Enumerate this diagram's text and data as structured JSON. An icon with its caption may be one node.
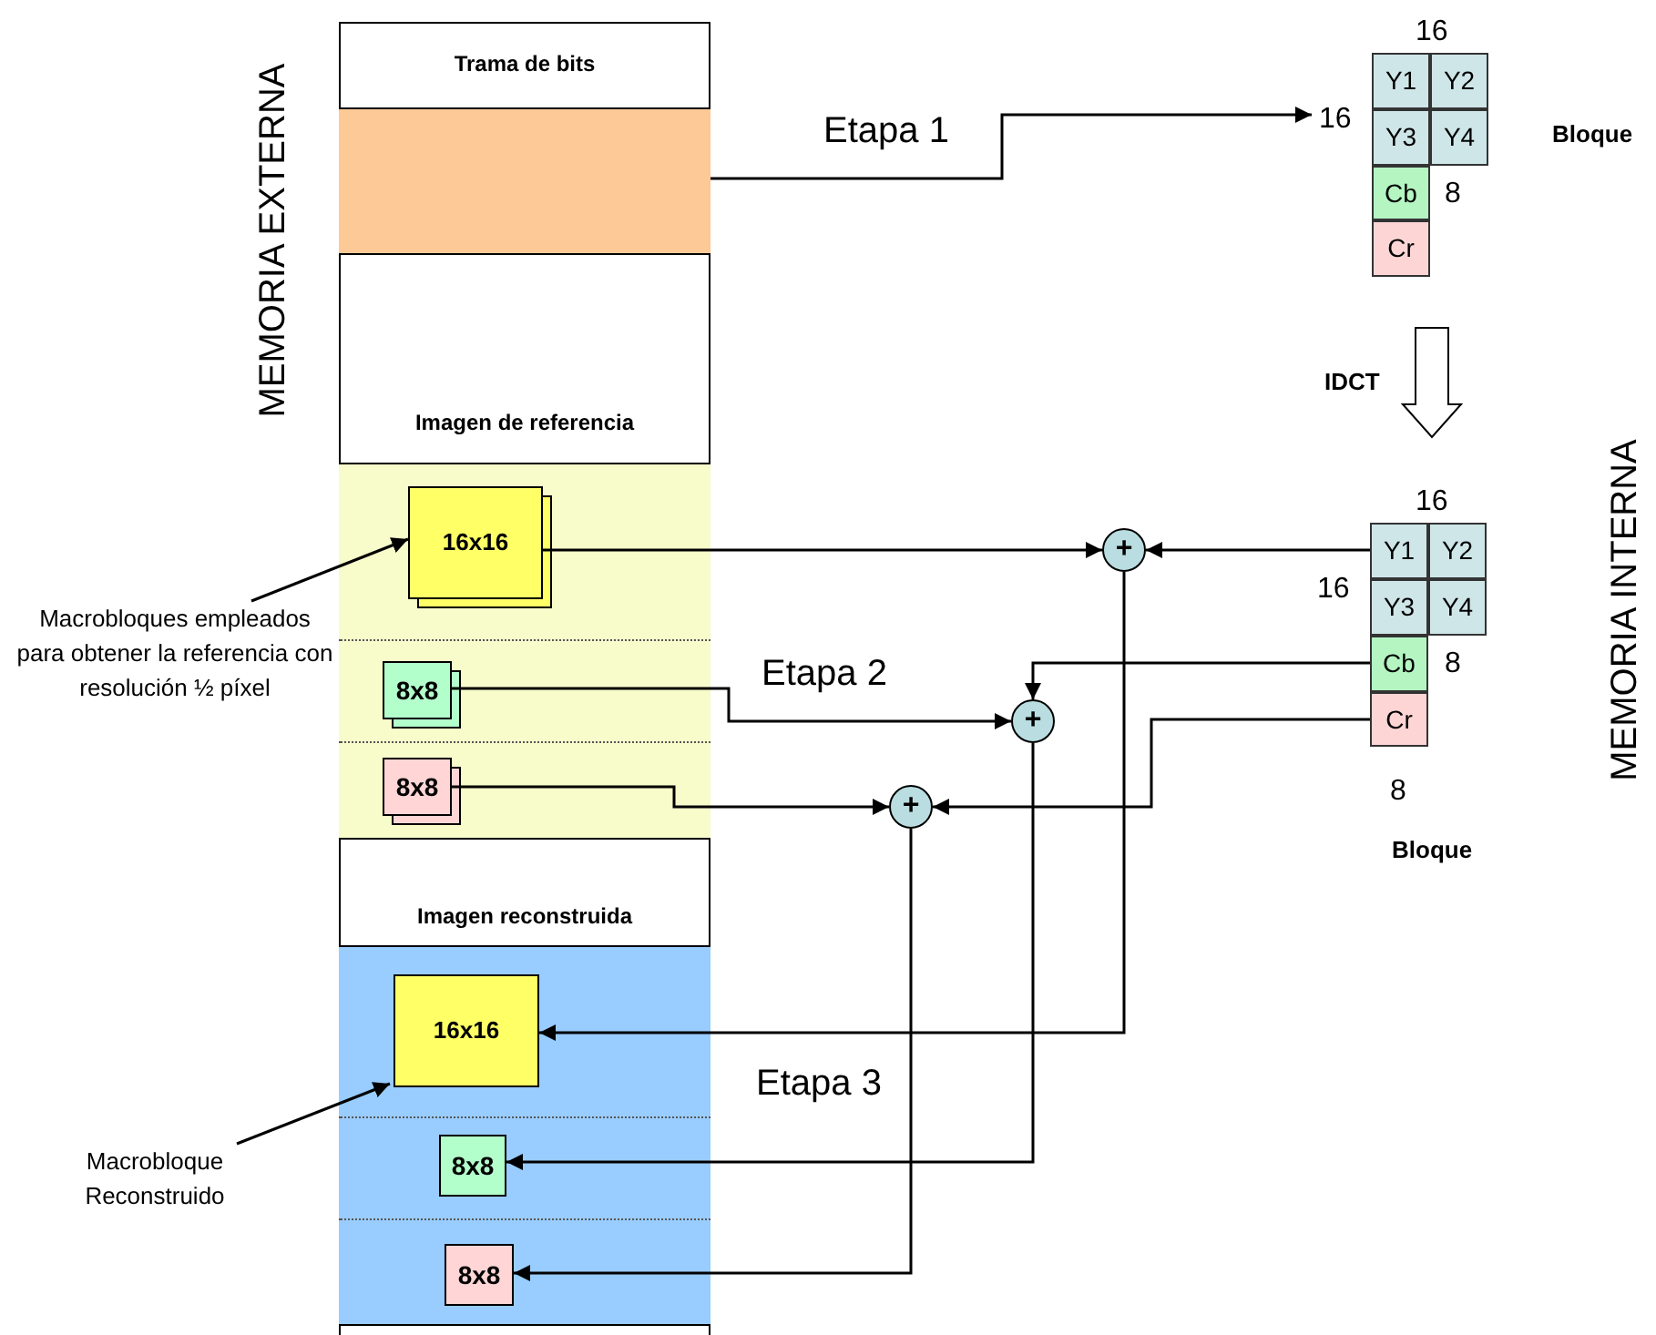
{
  "diagram": {
    "nodes": [
      {
        "text": [],
        "shape": "box"
      },
      {
        "text": [
          "Trama de bits"
        ],
        "in": 0
      },
      {
        "text": [
          "Imagen de referencia"
        ],
        "in": 0
      },
      {
        "text": [
          "16x16"
        ],
        "in": 2
      },
      {
        "text": [
          "8x8"
        ],
        "in": 2
      },
      {
        "text": [
          "8x8"
        ],
        "in": 2
      },
      {
        "text": [
          "Imagen reconstruida"
        ],
        "in": 0
      },
      {
        "text": [
          "16x16"
        ],
        "in": 6
      },
      {
        "text": [
          "8x8"
        ],
        "in": 6
      },
      {
        "text": [
          "8x8"
        ],
        "in": 6
      },
      {
        "text": [
          "Macrobloques empleados para obtener la referencia con resolución ½ píxel"
        ]
      },
      {
        "text": [
          "Macrobloque Reconstruido"
        ]
      },
      {
        "text": [],
        "shape": "box",
        "beside": [
          "Bloque"
        ]
      },
      {
        "text": [
          "Y1"
        ],
        "in": 12
      },
      {
        "text": [
          "Y2"
        ],
        "in": 12
      },
      {
        "text": [
          "Y3"
        ],
        "in": 12
      },
      {
        "text": [
          "Y4"
        ],
        "in": 12
      },
      {
        "text": [
          "Cb"
        ],
        "in": 12
      },
      {
        "text": [
          "Cr"
        ],
        "in": 12
      },
      {
        "text": [],
        "shape": "box",
        "beside": [
          "Bloque"
        ]
      },
      {
        "text": [
          "Y1"
        ],
        "in": 19
      },
      {
        "text": [
          "Y2"
        ],
        "in": 19
      },
      {
        "text": [
          "Y3"
        ],
        "in": 19
      },
      {
        "text": [
          "Y4"
        ],
        "in": 19
      },
      {
        "text": [
          "Cb"
        ],
        "in": 19
      },
      {
        "text": [
          "Cr"
        ],
        "in": 19
      },
      {
        "text": [
          "+"
        ]
      },
      {
        "text": [
          "+"
        ]
      },
      {
        "text": [
          "+"
        ]
      }
    ],
    "edges": [
      {
        "from": 1,
        "to": 12,
        "arrow": "to"
      },
      {
        "from": 12,
        "to": 19,
        "arrow": "to",
        "label": "IDCT",
        "style": "thick"
      },
      {
        "from": 3,
        "to": 26,
        "arrow": "to"
      },
      {
        "from": 20,
        "to": 26,
        "arrow": "to"
      },
      {
        "from": 4,
        "to": 27,
        "arrow": "to"
      },
      {
        "from": 24,
        "to": 27,
        "arrow": "to"
      },
      {
        "from": 5,
        "to": 28,
        "arrow": "to"
      },
      {
        "from": 25,
        "to": 28,
        "arrow": "to"
      },
      {
        "from": 26,
        "to": 7,
        "arrow": "to"
      },
      {
        "from": 27,
        "to": 8,
        "arrow": "to"
      },
      {
        "from": 28,
        "to": 9,
        "arrow": "to"
      },
      {
        "from": 10,
        "to": 3,
        "arrow": "to"
      },
      {
        "from": 11,
        "to": 7,
        "arrow": "to"
      }
    ],
    "labels": [
      "MEMORIA EXTERNA",
      "16",
      "Etapa 1",
      "16",
      "8",
      "16",
      "16",
      "8",
      "Etapa 2",
      "8",
      "MEMORIA INTERNA",
      "Etapa 3"
    ]
  }
}
